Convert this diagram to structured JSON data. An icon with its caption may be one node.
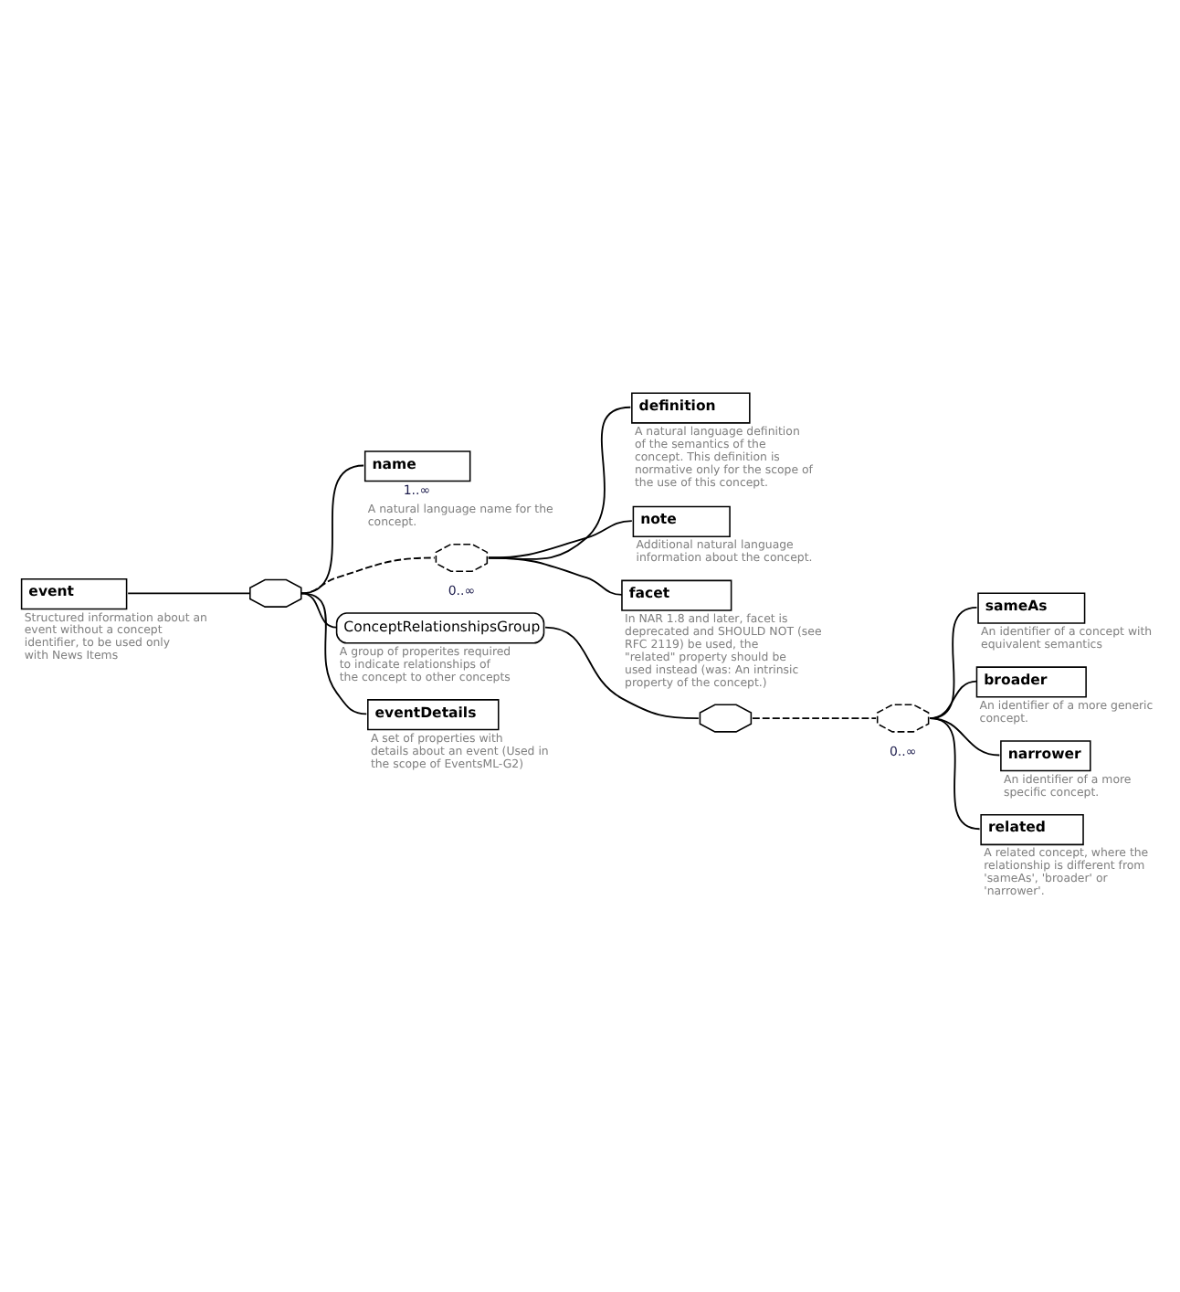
{
  "diagram": {
    "nodes": [
      {
        "text": [
          "event"
        ],
        "beside": [
          "Structured information about an event without a concept identifier, to be used only with News Items"
        ]
      },
      {
        "text": [],
        "shape": "octagon"
      },
      {
        "text": [
          "name"
        ],
        "beside": [
          "1..∞",
          "A natural language name for the concept."
        ]
      },
      {
        "text": [],
        "shape": "octagon",
        "beside": [
          "0..∞"
        ]
      },
      {
        "text": [
          "definition"
        ],
        "beside": [
          "A natural language definition of the semantics of the concept. This definition is normative only for the scope of the use of this concept."
        ]
      },
      {
        "text": [
          "note"
        ],
        "beside": [
          "Additional natural language information about the concept."
        ]
      },
      {
        "text": [
          "facet"
        ],
        "beside": [
          "In NAR 1.8 and later, facet is deprecated and SHOULD NOT (see RFC 2119) be used, the \"related\" property should be used instead (was: An intrinsic property of the concept.)"
        ]
      },
      {
        "text": [
          "ConceptRelationshipsGroup"
        ],
        "beside": [
          "A group of properites required to indicate relationships of the concept to other concepts"
        ]
      },
      {
        "text": [],
        "shape": "octagon"
      },
      {
        "text": [],
        "shape": "octagon",
        "beside": [
          "0..∞"
        ]
      },
      {
        "text": [
          "sameAs"
        ],
        "beside": [
          "An identifier of a concept with equivalent semantics"
        ]
      },
      {
        "text": [
          "broader"
        ],
        "beside": [
          "An identifier of a more generic concept."
        ]
      },
      {
        "text": [
          "narrower"
        ],
        "beside": [
          "An identifier of a more specific concept."
        ]
      },
      {
        "text": [
          "related"
        ],
        "beside": [
          "A related concept, where the relationship is different from 'sameAs', 'broader' or 'narrower'."
        ]
      },
      {
        "text": [
          "eventDetails"
        ],
        "beside": [
          "A set of properties with details about an event (Used in the scope of EventsML-G2)"
        ]
      }
    ],
    "edges": [
      {
        "from": 0,
        "to": 1,
        "arrow": "none"
      },
      {
        "from": 1,
        "to": 2,
        "arrow": "none"
      },
      {
        "from": 1,
        "to": 3,
        "arrow": "none",
        "style": "dashed"
      },
      {
        "from": 3,
        "to": 4,
        "arrow": "none"
      },
      {
        "from": 3,
        "to": 5,
        "arrow": "none"
      },
      {
        "from": 3,
        "to": 6,
        "arrow": "none"
      },
      {
        "from": 1,
        "to": 7,
        "arrow": "none"
      },
      {
        "from": 7,
        "to": 8,
        "arrow": "none"
      },
      {
        "from": 8,
        "to": 9,
        "arrow": "none",
        "style": "dashed"
      },
      {
        "from": 9,
        "to": 10,
        "arrow": "none"
      },
      {
        "from": 9,
        "to": 11,
        "arrow": "none"
      },
      {
        "from": 9,
        "to": 12,
        "arrow": "none"
      },
      {
        "from": 9,
        "to": 13,
        "arrow": "none"
      },
      {
        "from": 1,
        "to": 14,
        "arrow": "none"
      }
    ]
  }
}
